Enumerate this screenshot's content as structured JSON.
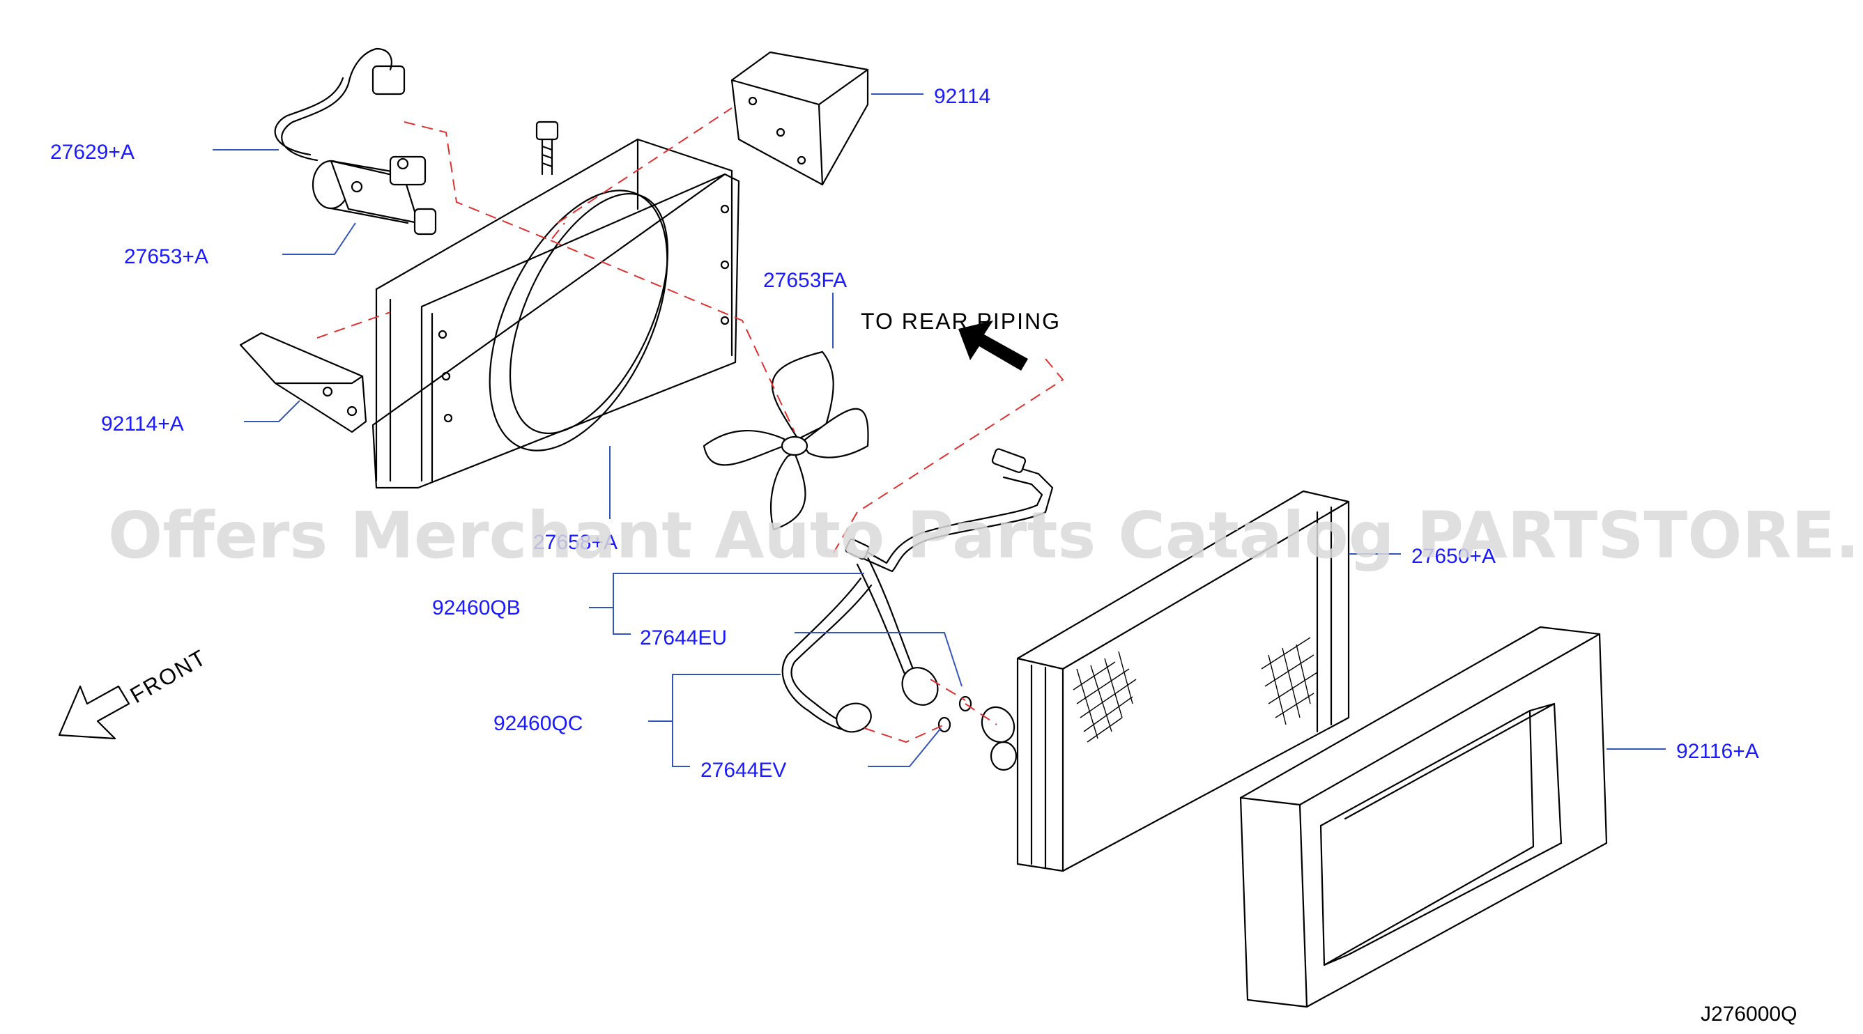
{
  "parts": {
    "p27629A": "27629+A",
    "p27653A": "27653+A",
    "p92114A": "92114+A",
    "p92114": "92114",
    "p27653FA": "27653FA",
    "p27658A": "27658+A",
    "p27650A": "27650+A",
    "p92460QB": "92460QB",
    "p27644EU": "27644EU",
    "p92460QC": "92460QC",
    "p27644EV": "27644EV",
    "p92116A": "92116+A"
  },
  "labels": {
    "to_rear_piping": "TO REAR PIPING",
    "front": "FRONT"
  },
  "diagram_code": "J276000Q",
  "watermark": "Offers Merchant Auto Parts Catalog PARTSTORE.SA",
  "colors": {
    "part_number": "#1a1aff",
    "leader": "#3355bb",
    "dash": "#e03030"
  }
}
